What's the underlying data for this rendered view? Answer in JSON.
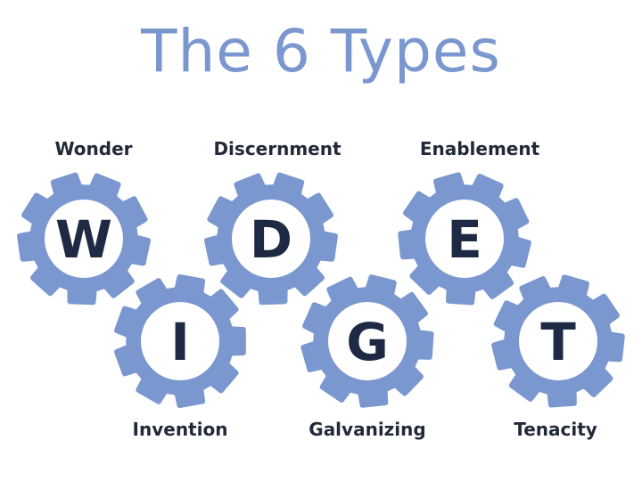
{
  "title": "The 6 Types",
  "colors": {
    "title": "#7b97cf",
    "gear": "#7b97cf",
    "gear_inner": "#ffffff",
    "letter": "#1e2a44",
    "label": "#222a3a"
  },
  "gears": [
    {
      "letter": "W",
      "label": "Wonder"
    },
    {
      "letter": "I",
      "label": "Invention"
    },
    {
      "letter": "D",
      "label": "Discernment"
    },
    {
      "letter": "G",
      "label": "Galvanizing"
    },
    {
      "letter": "E",
      "label": "Enablement"
    },
    {
      "letter": "T",
      "label": "Tenacity"
    }
  ]
}
